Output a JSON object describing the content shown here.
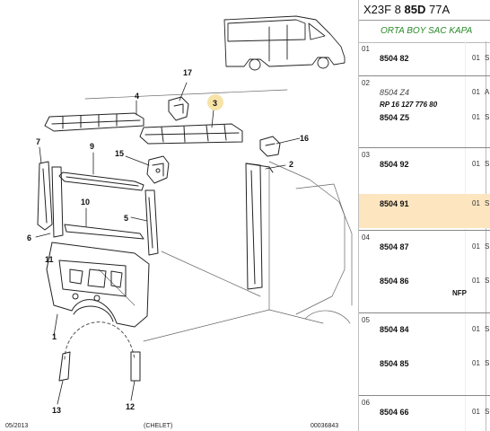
{
  "diagram": {
    "callouts": [
      {
        "num": "1"
      },
      {
        "num": "2"
      },
      {
        "num": "3"
      },
      {
        "num": "4"
      },
      {
        "num": "5"
      },
      {
        "num": "6"
      },
      {
        "num": "7"
      },
      {
        "num": "9"
      },
      {
        "num": "10"
      },
      {
        "num": "11"
      },
      {
        "num": "12"
      },
      {
        "num": "13"
      },
      {
        "num": "15"
      },
      {
        "num": "16"
      },
      {
        "num": "17"
      }
    ],
    "footer_left": "05/2013",
    "footer_mid": "(CHELET)",
    "footer_right": "00036843"
  },
  "panel": {
    "ref_a": "X23F 8 ",
    "ref_b": "85D",
    "ref_c": " 77A",
    "title": "ORTA BOY SAC KAPA",
    "groups": [
      {
        "num": "01",
        "rows": [
          {
            "pn": "8504 82",
            "qty": "01",
            "side": "S"
          }
        ]
      },
      {
        "num": "02",
        "rows": [
          {
            "pn": "8504 Z4",
            "qty": "01",
            "side": "A",
            "italic": true
          },
          {
            "pn": "8504 Z5",
            "qty": "01",
            "side": "S"
          }
        ],
        "subtext": "RP 16 127 776 80"
      },
      {
        "num": "03",
        "rows": [
          {
            "pn": "8504 92",
            "qty": "01",
            "side": "S"
          },
          {
            "pn": "8504 91",
            "qty": "01",
            "side": "S",
            "highlight": true
          }
        ]
      },
      {
        "num": "04",
        "rows": [
          {
            "pn": "8504 87",
            "qty": "01",
            "side": "S"
          },
          {
            "pn": "8504 86",
            "qty": "01",
            "side": "S",
            "nfp": "NFP"
          }
        ]
      },
      {
        "num": "05",
        "rows": [
          {
            "pn": "8504 84",
            "qty": "01",
            "side": "S"
          },
          {
            "pn": "8504 85",
            "qty": "01",
            "side": "S"
          }
        ]
      },
      {
        "num": "06",
        "rows": [
          {
            "pn": "8504 66",
            "qty": "01",
            "side": "S"
          }
        ]
      }
    ]
  },
  "colors": {
    "highlight": "#fde5bf",
    "title_green": "#2a8a2a",
    "callout_marker": "#f7e3a8"
  }
}
